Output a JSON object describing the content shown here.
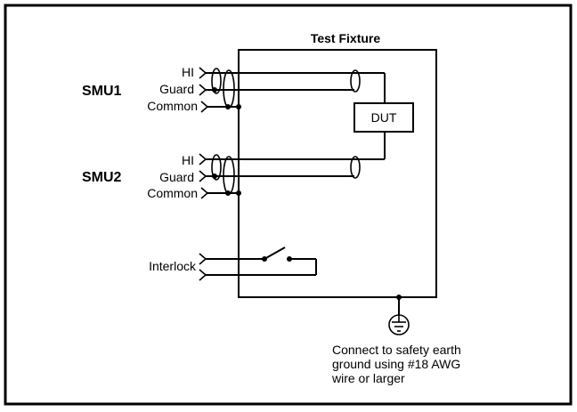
{
  "diagram": {
    "title": "Test Fixture",
    "dut_label": "DUT",
    "smu1": {
      "name": "SMU1",
      "terminals": [
        "HI",
        "Guard",
        "Common"
      ]
    },
    "smu2": {
      "name": "SMU2",
      "terminals": [
        "HI",
        "Guard",
        "Common"
      ]
    },
    "interlock_label": "Interlock",
    "ground_note": [
      "Connect to safety earth",
      "ground using #18 AWG",
      "wire or larger"
    ]
  }
}
